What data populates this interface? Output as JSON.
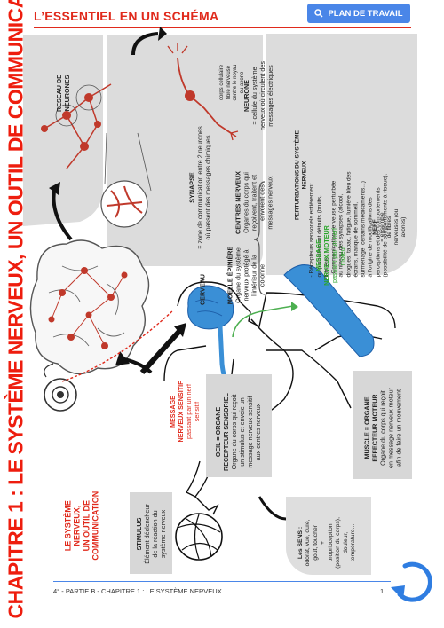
{
  "header": {
    "title": "L’ESSENTIEL EN UN SCHÉMA",
    "plan_button": "PLAN DE TRAVAIL"
  },
  "side_title": "CHAPITRE 1 : LE SYSTÈME NERVEUX, UN OUTIL DE COMMUNICATION",
  "subtitle": [
    "LE SYSTÈME",
    "NERVEUX,",
    "UN OUTIL DE",
    "COMMUNICATION"
  ],
  "labels": {
    "reseau": [
      "RESEAU DE",
      "NEURONES"
    ],
    "neurone_parts": [
      "corps cellulaire",
      "fibre nerveuse",
      "centre le noyau",
      "ou axone"
    ],
    "neurone_def": [
      "NEURONE",
      "= cellule du système",
      "nerveux où circulent des",
      "messages électriques"
    ],
    "synapse": [
      "SYNAPSE",
      "= zone de communication entre 2 neurones",
      "où passent des messages chimiques"
    ],
    "centres": [
      "CENTRES NERVEUX",
      "Organes du corps qui",
      "reçoivent, traitent et",
      "envoient des",
      "messages nerveux"
    ],
    "cerveau": "CERVEAU",
    "moelle": [
      "MOELLE ÉPINIÈRE",
      "Organe du système",
      "nerveux protégé à",
      "l’intérieur de la",
      "colonne"
    ],
    "perturbations": [
      "PERTURBATIONS DU SYSTÈME",
      "NERVEUX",
      "-  Récepteurs sensoriels entièrement",
      "   ou partiellement détruits (bruits,",
      "   lumière...)",
      "-  Communication nerveuse perturbée",
      "   au niveau des synapses (alcool,",
      "   drogues, tabac, fatigue, lumière bleu des",
      "   écrans, manque de sommeil,",
      "   surmenage, certains médicaments...)",
      "   à l’origine de modifications des",
      "   perceptions et des comportements",
      "   (possibilité de comportements à risque)."
    ],
    "msg_moteur": [
      "MESSAGE",
      "NERVEUX MOTEUR",
      "passant par un nerf",
      "moteur"
    ],
    "nerf": [
      "NERF",
      "= ensemble",
      "de fibres",
      "nerveuses (ou",
      "axones)"
    ],
    "oeil": [
      "OEIL = ORGANE",
      "RECEPTEUR SENSORIEL",
      "Organe du corps qui reçoit",
      "un stimulus et envoie un",
      "message nerveux sensitif",
      "aux centres nerveux"
    ],
    "msg_sensitif": [
      "MESSAGE",
      "NERVEUX SENSITIF",
      "passant par un nerf",
      "sensitif"
    ],
    "muscle": [
      "MUSCLE = ORGANE",
      "EFFECTEUR MOTEUR",
      "Organe du corps qui reçoit",
      "en message nerveux moteur",
      "afin de faire un mouvement"
    ],
    "stimulus": [
      "STIMULUS",
      "Élément déclencheur",
      "de la réaction du",
      "système nerveux"
    ],
    "sens": [
      "Les SENS :",
      "odorat, vue, ouïe,",
      "goût, toucher",
      "+",
      "proprioception",
      "(position du corps),",
      "douleur,",
      "température..."
    ]
  },
  "footer": {
    "text": "4° - PARTIE B - CHAPITRE 1 : LE SYSTÈME  NERVEUX",
    "page": "1"
  },
  "colors": {
    "accent": "#e02a1c",
    "title": "#ee1d0e",
    "button": "#4a86e8",
    "neuron": "#c0392b",
    "brain": "#3a8fd6",
    "muscle": "#3a8fd6",
    "green_nerve": "#4caf50",
    "box": "#d7d7d7"
  },
  "icons": {
    "plan": "search-icon",
    "nav": "refresh-arrow-icon"
  }
}
